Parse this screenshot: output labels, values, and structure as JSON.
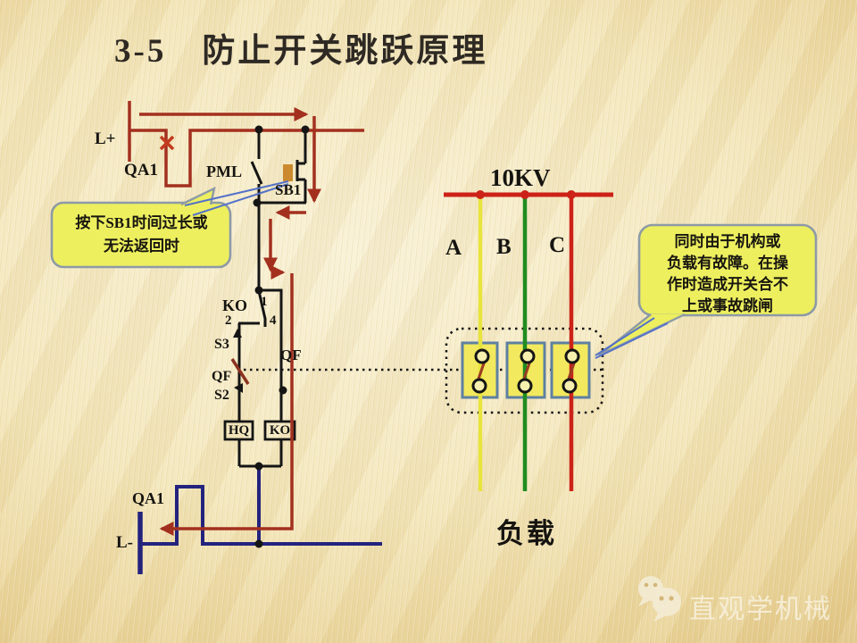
{
  "slide": {
    "title": "3-5　防止开关跳跃原理"
  },
  "callouts": {
    "left": {
      "text": "按下SB1时间过长或\n无法返回时"
    },
    "right": {
      "text": "同时由于机构或\n负载有故障。在操\n作时造成开关合不\n上或事故跳闸"
    }
  },
  "control_circuit": {
    "labels": {
      "positive_rail": "L+",
      "qa1_top": "QA1",
      "pml": "PML",
      "sb1": "SB1",
      "ko_contact": "KO",
      "terminal_1": "1",
      "terminal_2": "2",
      "terminal_4": "4",
      "s3": "S3",
      "qf_left": "QF",
      "s2": "S2",
      "qf_trip_line": "QF",
      "hq_coil": "HQ",
      "ko_coil": "KO",
      "qa1_bottom": "QA1",
      "negative_rail": "L-"
    }
  },
  "power_circuit": {
    "bus_label": "10KV",
    "phase_labels": [
      "A",
      "B",
      "C"
    ],
    "load_label": "负载"
  },
  "watermark": {
    "text": "直观学机械"
  },
  "colors": {
    "background_gold": "#cfa95e",
    "background_cream": "#f8f1d6",
    "wire_red": "#a3301f",
    "wire_black": "#151515",
    "wire_blue": "#23237e",
    "phase_a_yellow": "#e8e43e",
    "phase_b_green": "#1f8c1f",
    "phase_c_red": "#cc2218",
    "callout_fill": "#edef5f",
    "callout_border": "#8d9aa6",
    "switch_box_border": "#5e80a0",
    "switch_box_fill": "#f2e95e",
    "sb1_button_orange": "#cc8a2e",
    "watermark_cream": "#f3ecd4"
  }
}
